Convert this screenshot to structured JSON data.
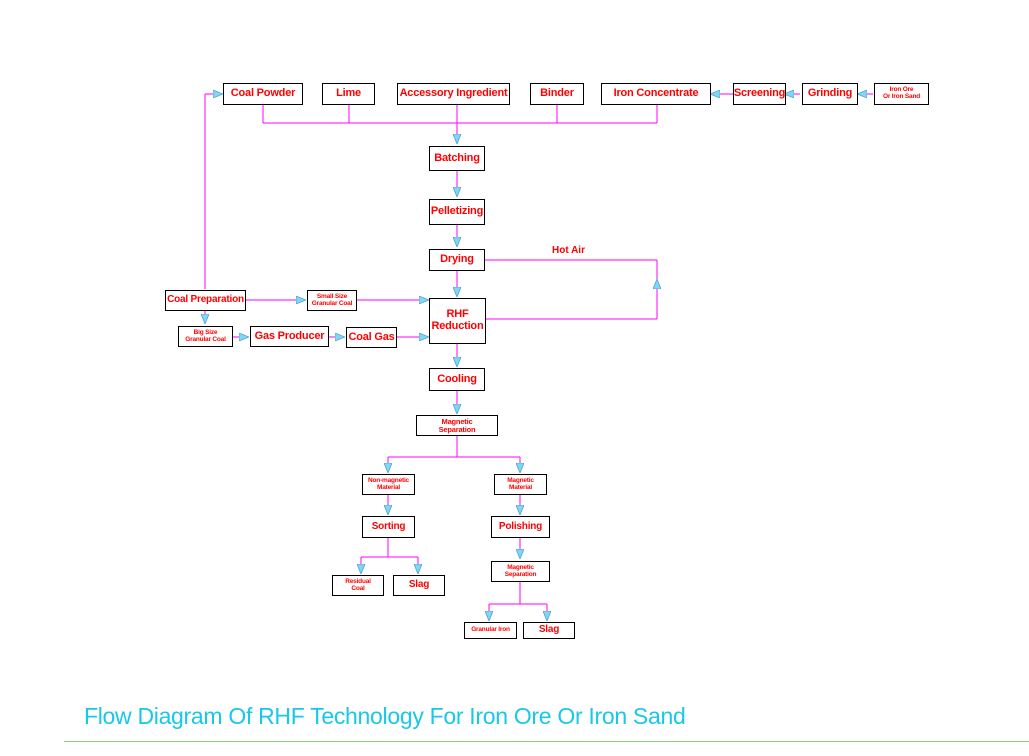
{
  "diagram": {
    "nodes": {
      "coal_powder": "Coal Powder",
      "lime": "Lime",
      "accessory": "Accessory Ingredient",
      "binder": "Binder",
      "iron_concentrate": "Iron Concentrate",
      "screening": "Screening",
      "grinding": "Grinding",
      "iron_ore": "Iron Ore\nOr Iron Sand",
      "batching": "Batching",
      "pelletizing": "Pelletizing",
      "drying": "Drying",
      "coal_preparation": "Coal Preparation",
      "small_coal": "Small Size\nGranular Coal",
      "big_coal": "Big Size\nGranular Coal",
      "gas_producer": "Gas Producer",
      "coal_gas": "Coal Gas",
      "rhf": "RHF\nReduction",
      "cooling": "Cooling",
      "mag_sep_1": "Magnetic\nSeparation",
      "non_magnetic": "Non-magnetic\nMaterial",
      "magnetic_material": "Magnetic\nMaterial",
      "sorting": "Sorting",
      "polishing": "Polishing",
      "residual_coal": "Residual\nCoal",
      "slag_1": "Slag",
      "mag_sep_2": "Magnetic\nSeparation",
      "granular_iron": "Granular Iron",
      "slag_2": "Slag"
    },
    "hot_air": "Hot Air"
  },
  "footer": {
    "title": "Flow Diagram Of RHF Technology For Iron Ore Or Iron Sand"
  },
  "colors": {
    "line": "#ff00ff",
    "arrow_fill": "#7fd8f0",
    "box_text": "#ff0000",
    "title": "#19c8e8",
    "rule": "#8cd17a"
  }
}
